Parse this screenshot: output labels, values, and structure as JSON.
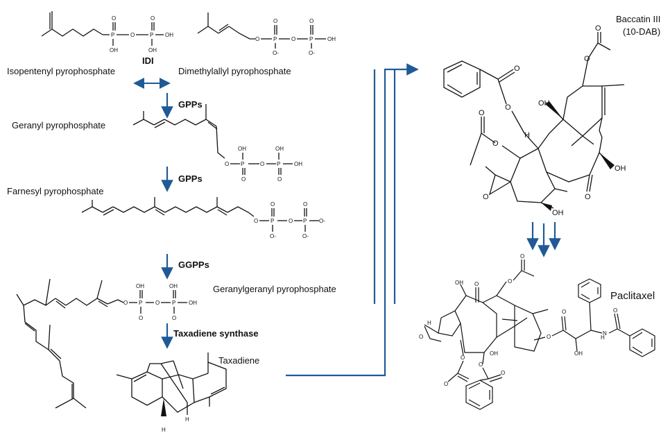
{
  "labels": {
    "ipp": "Isopentenyl pyrophosphate",
    "dmapp": "Dimethylallyl pyrophosphate",
    "gpp": "Geranyl pyrophosphate",
    "fpp": "Farnesyl pyrophosphate",
    "ggpp": "Geranylgeranyl pyrophosphate",
    "taxadiene": "Taxadiene",
    "baccatin_line1": "Baccatin III",
    "baccatin_line2": "(10-DAB)",
    "paclitaxel": "Paclitaxel"
  },
  "enzymes": {
    "idi": "IDI",
    "gpps1": "GPPs",
    "gpps2": "GPPs",
    "ggpps": "GGPPs",
    "taxadiene_synthase": "Taxadiene  synthase"
  },
  "atoms": {
    "O": "O",
    "P": "P",
    "OH": "OH",
    "H": "H",
    "N": "N",
    "Ominus": "O-"
  },
  "colors": {
    "arrow": "#1f5a96",
    "bond": "#111111"
  }
}
